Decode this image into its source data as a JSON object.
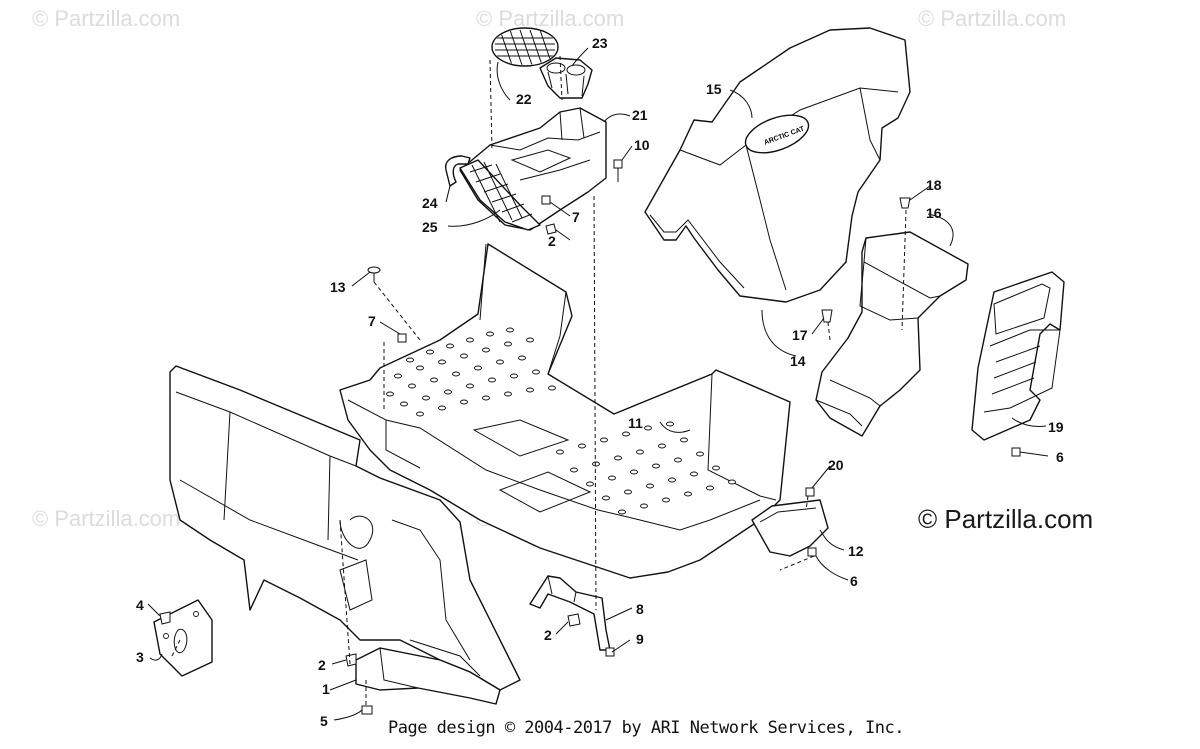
{
  "watermarks": {
    "small_text": "© Partzilla.com",
    "main_text": "© Partzilla.com"
  },
  "footer": {
    "text": "Page design © 2004-2017 by ARI Network Services, Inc."
  },
  "callouts": [
    {
      "id": "c1",
      "label": "1"
    },
    {
      "id": "c2a",
      "label": "2"
    },
    {
      "id": "c2b",
      "label": "2"
    },
    {
      "id": "c2c",
      "label": "2"
    },
    {
      "id": "c3",
      "label": "3"
    },
    {
      "id": "c4",
      "label": "4"
    },
    {
      "id": "c5",
      "label": "5"
    },
    {
      "id": "c6a",
      "label": "6"
    },
    {
      "id": "c6b",
      "label": "6"
    },
    {
      "id": "c7a",
      "label": "7"
    },
    {
      "id": "c7b",
      "label": "7"
    },
    {
      "id": "c8",
      "label": "8"
    },
    {
      "id": "c9",
      "label": "9"
    },
    {
      "id": "c10",
      "label": "10"
    },
    {
      "id": "c11",
      "label": "11"
    },
    {
      "id": "c12",
      "label": "12"
    },
    {
      "id": "c13",
      "label": "13"
    },
    {
      "id": "c14",
      "label": "14"
    },
    {
      "id": "c15",
      "label": "15"
    },
    {
      "id": "c16",
      "label": "16"
    },
    {
      "id": "c17",
      "label": "17"
    },
    {
      "id": "c18",
      "label": "18"
    },
    {
      "id": "c19",
      "label": "19"
    },
    {
      "id": "c20",
      "label": "20"
    },
    {
      "id": "c21",
      "label": "21"
    },
    {
      "id": "c22",
      "label": "22"
    },
    {
      "id": "c23",
      "label": "23"
    },
    {
      "id": "c24",
      "label": "24"
    },
    {
      "id": "c25",
      "label": "25"
    }
  ]
}
